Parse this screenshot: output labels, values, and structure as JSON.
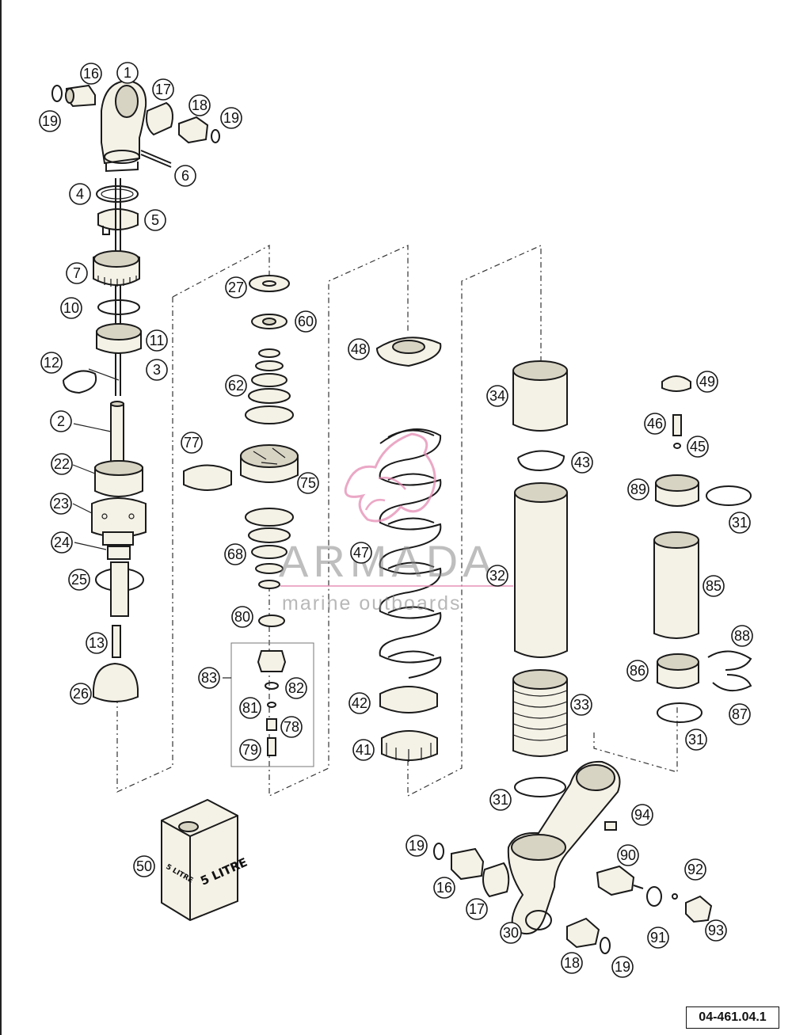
{
  "watermark": {
    "brand": "ARMADA",
    "tagline": "marine outboards"
  },
  "oil_can_label": "5 LITRE",
  "reference_code": "04-461.04.1",
  "callouts": [
    "1",
    "2",
    "3",
    "4",
    "5",
    "6",
    "7",
    "10",
    "11",
    "12",
    "13",
    "16",
    "17",
    "18",
    "19",
    "22",
    "23",
    "24",
    "25",
    "26",
    "27",
    "30",
    "31",
    "32",
    "33",
    "34",
    "41",
    "42",
    "43",
    "45",
    "46",
    "47",
    "48",
    "49",
    "50",
    "60",
    "62",
    "68",
    "75",
    "77",
    "78",
    "79",
    "80",
    "81",
    "82",
    "83",
    "85",
    "86",
    "87",
    "88",
    "89",
    "90",
    "91",
    "92",
    "93",
    "94"
  ]
}
